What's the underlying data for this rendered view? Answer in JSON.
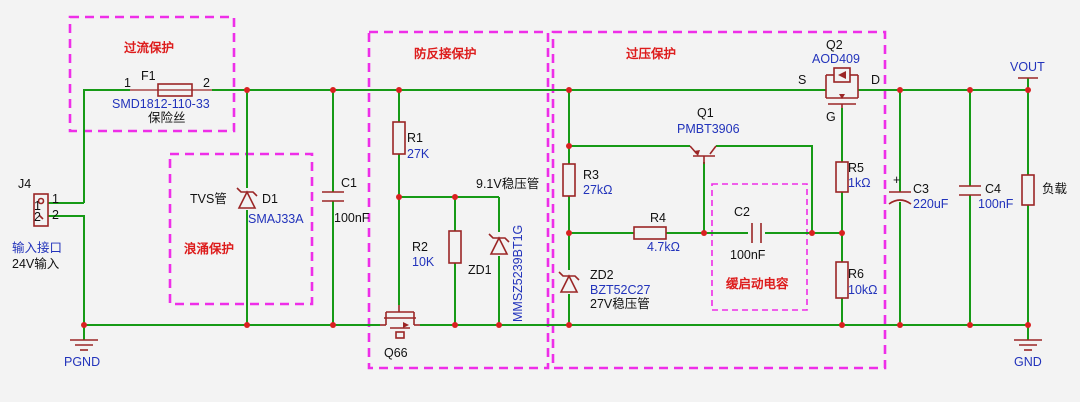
{
  "sections": {
    "overcurrent": "过流保护",
    "surge": "浪涌保护",
    "reverse": "防反接保护",
    "overvoltage": "过压保护",
    "softstart": "缓启动电容"
  },
  "connector": {
    "ref": "J4",
    "pin1": "1",
    "pin2": "2",
    "label": "输入接口",
    "desc": "24V输入"
  },
  "f1": {
    "ref": "F1",
    "pin1": "1",
    "pin2": "2",
    "part": "SMD1812-110-33",
    "desc": "保险丝"
  },
  "d1": {
    "ref": "D1",
    "part": "SMAJ33A",
    "desc": "TVS管"
  },
  "c1": {
    "ref": "C1",
    "value": "100nF"
  },
  "r1": {
    "ref": "R1",
    "value": "27K"
  },
  "r2": {
    "ref": "R2",
    "value": "10K"
  },
  "zd1": {
    "ref": "ZD1",
    "part": "MMSZ5239BT1G",
    "desc": "9.1V稳压管"
  },
  "q66": {
    "ref": "Q66"
  },
  "r3": {
    "ref": "R3",
    "value": "27kΩ"
  },
  "r4": {
    "ref": "R4",
    "value": "4.7kΩ"
  },
  "zd2": {
    "ref": "ZD2",
    "part": "BZT52C27",
    "desc": "27V稳压管"
  },
  "q1": {
    "ref": "Q1",
    "part": "PMBT3906"
  },
  "c2": {
    "ref": "C2",
    "value": "100nF"
  },
  "q2": {
    "ref": "Q2",
    "part": "AOD409",
    "s": "S",
    "d": "D",
    "g": "G"
  },
  "r5": {
    "ref": "R5",
    "value": "1kΩ"
  },
  "r6": {
    "ref": "R6",
    "value": "10kΩ"
  },
  "c3": {
    "ref": "C3",
    "value": "220uF",
    "plus": "+"
  },
  "c4": {
    "ref": "C4",
    "value": "100nF"
  },
  "load": {
    "label": "负载"
  },
  "nets": {
    "vout": "VOUT",
    "pgnd": "PGND",
    "gnd": "GND"
  }
}
